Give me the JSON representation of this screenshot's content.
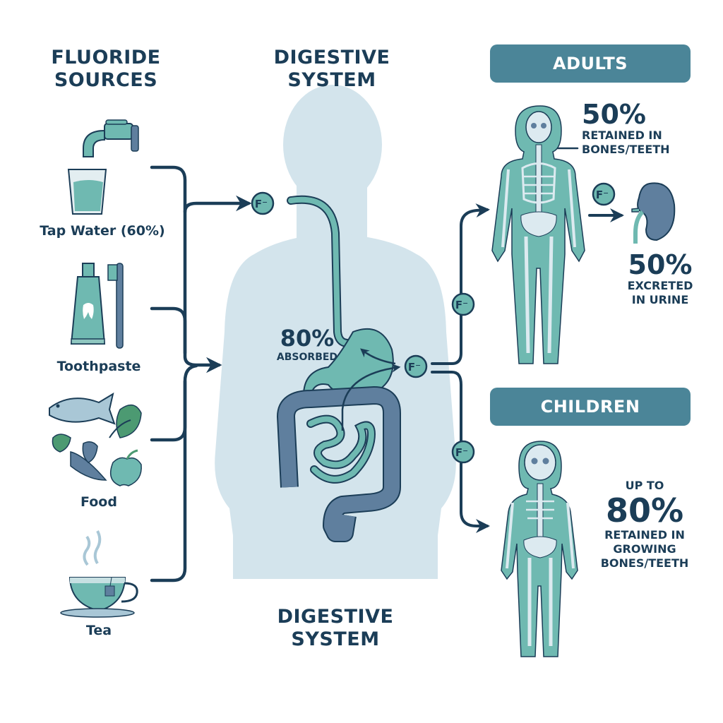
{
  "columns": {
    "sources_title": [
      "FLUORIDE",
      "SOURCES"
    ],
    "digestive_title_top": [
      "DIGESTIVE",
      "SYSTEM"
    ],
    "digestive_title_bottom": [
      "DIGESTIVE",
      "SYSTEM"
    ]
  },
  "sources": [
    {
      "label": "Tap Water (60%)",
      "icon": "faucet-glass-icon"
    },
    {
      "label": "Toothpaste",
      "icon": "toothpaste-toothbrush-icon"
    },
    {
      "label": "Food",
      "icon": "fish-vegetables-icon"
    },
    {
      "label": "Tea",
      "icon": "teacup-icon"
    }
  ],
  "ion_label": "F⁻",
  "absorption": {
    "value": "80%",
    "label": "ABSORBED"
  },
  "adults": {
    "badge": "ADULTS",
    "retained": {
      "value": "50%",
      "line1": "RETAINED IN",
      "line2": "BONES/TEETH"
    },
    "excreted": {
      "value": "50%",
      "line1": "EXCRETED",
      "line2": "IN URINE"
    }
  },
  "children": {
    "badge": "CHILDREN",
    "retained": {
      "prefix": "UP TO",
      "value": "80%",
      "line1": "RETAINED IN",
      "line2": "GROWING",
      "line3": "BONES/TEETH"
    }
  },
  "colors": {
    "navy": "#1b3d57",
    "teal": "#6fb9b1",
    "body_silhouette": "#d3e4ec",
    "badge": "#4b8598",
    "colon": "#5f7f9e"
  }
}
